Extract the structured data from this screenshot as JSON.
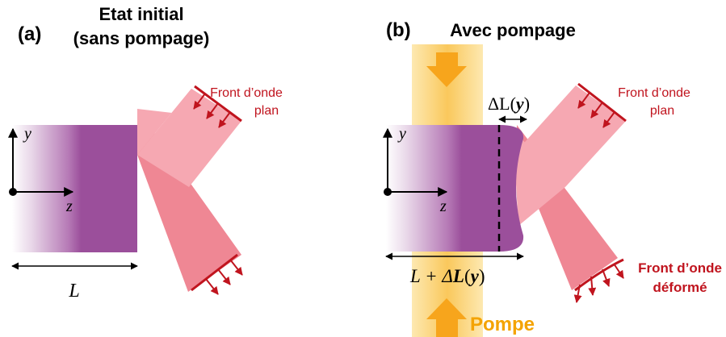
{
  "panel_a": {
    "letter": "(a)",
    "title_line1": "Etat initial",
    "title_line2": "(sans pompage)",
    "axis_y": "y",
    "axis_z": "z",
    "length_label": "L",
    "wavefront_plane_line1": "Front d’onde",
    "wavefront_plane_line2": "plan"
  },
  "panel_b": {
    "letter": "(b)",
    "title": "Avec pompage",
    "axis_y": "y",
    "axis_z": "z",
    "delta_prefix": "ΔL(",
    "delta_var": "y",
    "delta_suffix": ")",
    "length_prefix": "L + Δ",
    "length_bold": "L",
    "length_open": "(",
    "length_var": "y",
    "length_close": ")",
    "wavefront_plane_line1": "Front d’onde",
    "wavefront_plane_line2": "plan",
    "wavefront_deformed_line1": "Front d’onde",
    "wavefront_deformed_line2": "déformé",
    "pump_label": "Pompe"
  },
  "colors": {
    "crystal": "#9b4f9b",
    "beam_light": "#f6a8b2",
    "beam_dark": "#ef8794",
    "wavefront": "#c0141e",
    "pump": "#f7b32b",
    "pump_label": "#f4a300"
  }
}
